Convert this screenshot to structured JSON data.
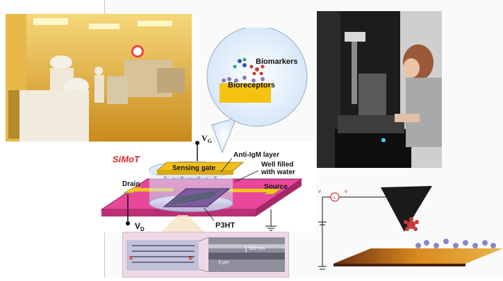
{
  "diagram": {
    "title": "SiMoT",
    "vg": "V",
    "vg_sub": "G",
    "vd": "V",
    "vd_sub": "D",
    "sensing_gate": "Sensing gate",
    "anti_igm": "Anti-IgM layer",
    "well_line1": "Well filled",
    "well_line2": "with water",
    "drain": "Drain",
    "source": "Source",
    "p3ht": "P3HT",
    "biomarkers": "Biomarkers",
    "bioreceptors": "Bioreceptors"
  },
  "inset": {
    "s": "S",
    "d": "D",
    "nm": "500 nm",
    "um": "3 µm"
  },
  "afm": {
    "vin": "V",
    "vin2": "V",
    "src": "~"
  },
  "colors": {
    "substrate": "#e8479a",
    "gate": "#f2c01c",
    "drain_source": "#f5c518",
    "accent_red": "#d42a2a"
  }
}
